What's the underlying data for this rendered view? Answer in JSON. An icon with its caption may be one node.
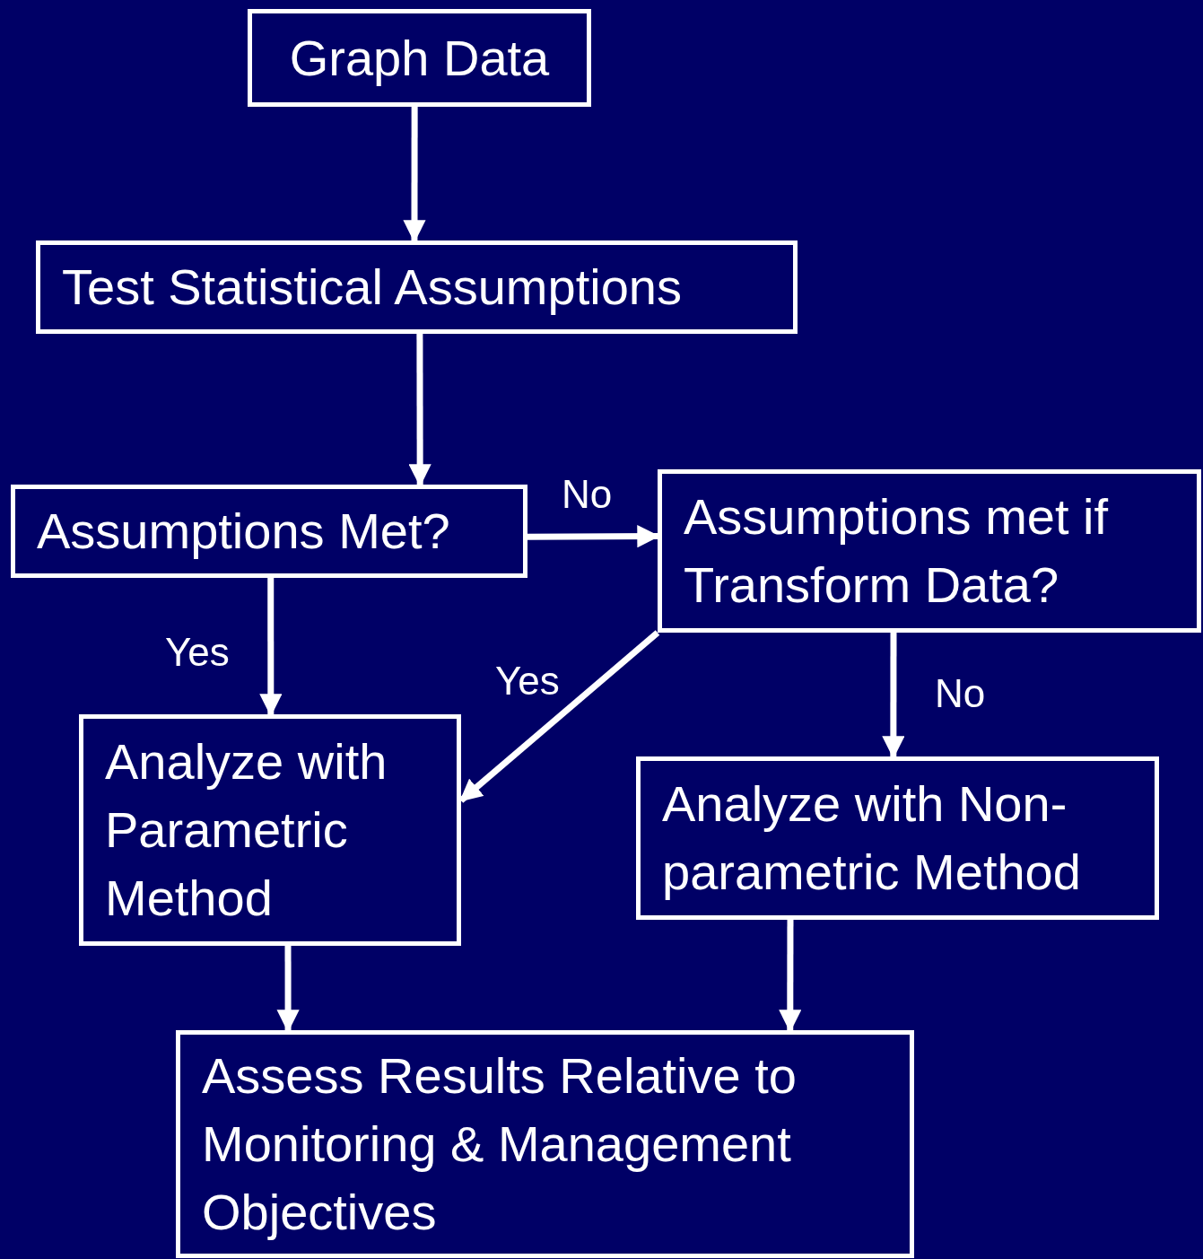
{
  "diagram": {
    "nodes": [
      {
        "text": [
          "Graph Data"
        ]
      },
      {
        "text": [
          "Test Statistical Assumptions"
        ]
      },
      {
        "text": [
          "Assumptions Met?"
        ]
      },
      {
        "text": [
          "Assumptions met if Transform Data?"
        ]
      },
      {
        "text": [
          "Analyze with Parametric Method"
        ]
      },
      {
        "text": [
          "Analyze with Non-parametric Method"
        ]
      },
      {
        "text": [
          "Assess Results Relative to Monitoring & Management Objectives"
        ]
      }
    ],
    "edges": [
      {
        "from": 0,
        "to": 1,
        "arrow": "to"
      },
      {
        "from": 1,
        "to": 2,
        "arrow": "to"
      },
      {
        "from": 2,
        "to": 3,
        "arrow": "to",
        "label": "No"
      },
      {
        "from": 2,
        "to": 4,
        "arrow": "to",
        "label": "Yes"
      },
      {
        "from": 3,
        "to": 4,
        "arrow": "to",
        "label": "Yes"
      },
      {
        "from": 3,
        "to": 5,
        "arrow": "to",
        "label": "No"
      },
      {
        "from": 4,
        "to": 6,
        "arrow": "to"
      },
      {
        "from": 5,
        "to": 6,
        "arrow": "to"
      }
    ]
  }
}
